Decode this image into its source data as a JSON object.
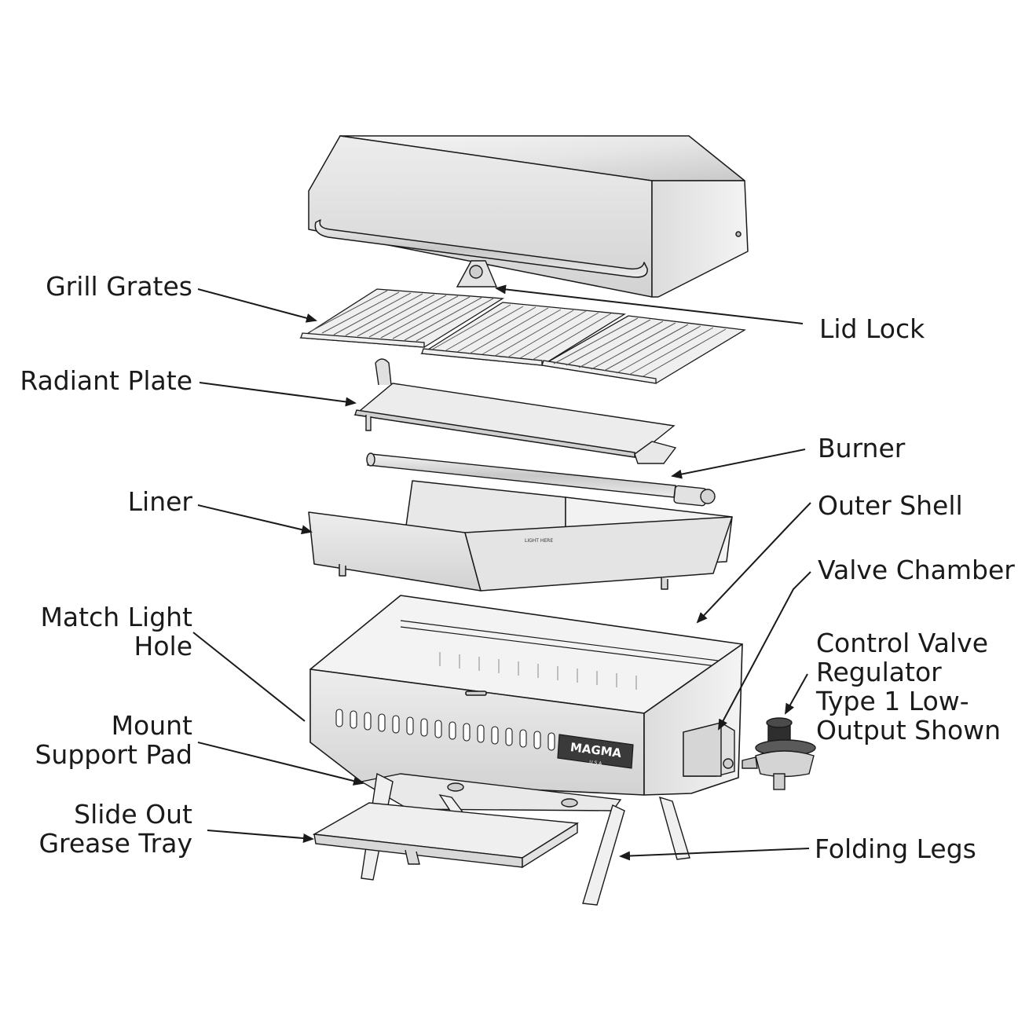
{
  "labels": {
    "grill_grates": "Grill Grates",
    "lid_lock": "Lid Lock",
    "radiant_plate": "Radiant Plate",
    "burner": "Burner",
    "liner": "Liner",
    "outer_shell": "Outer Shell",
    "valve_chamber": "Valve Chamber",
    "match_light_hole_1": "Match Light",
    "match_light_hole_2": "Hole",
    "control_valve_1": "Control Valve",
    "control_valve_2": "Regulator",
    "control_valve_3": "Type 1 Low-",
    "control_valve_4": "Output Shown",
    "mount_support_pad_1": "Mount",
    "mount_support_pad_2": "Support Pad",
    "grease_tray_1": "Slide Out",
    "grease_tray_2": "Grease Tray",
    "folding_legs": "Folding Legs"
  },
  "brand": {
    "logo_text": "MAGMA",
    "logo_sub": "U S A"
  },
  "colors": {
    "line": "#1a1a1a",
    "metal_light": "#f2f2f2",
    "metal_mid": "#d9d9d9",
    "metal_dark": "#a8a8a8"
  }
}
